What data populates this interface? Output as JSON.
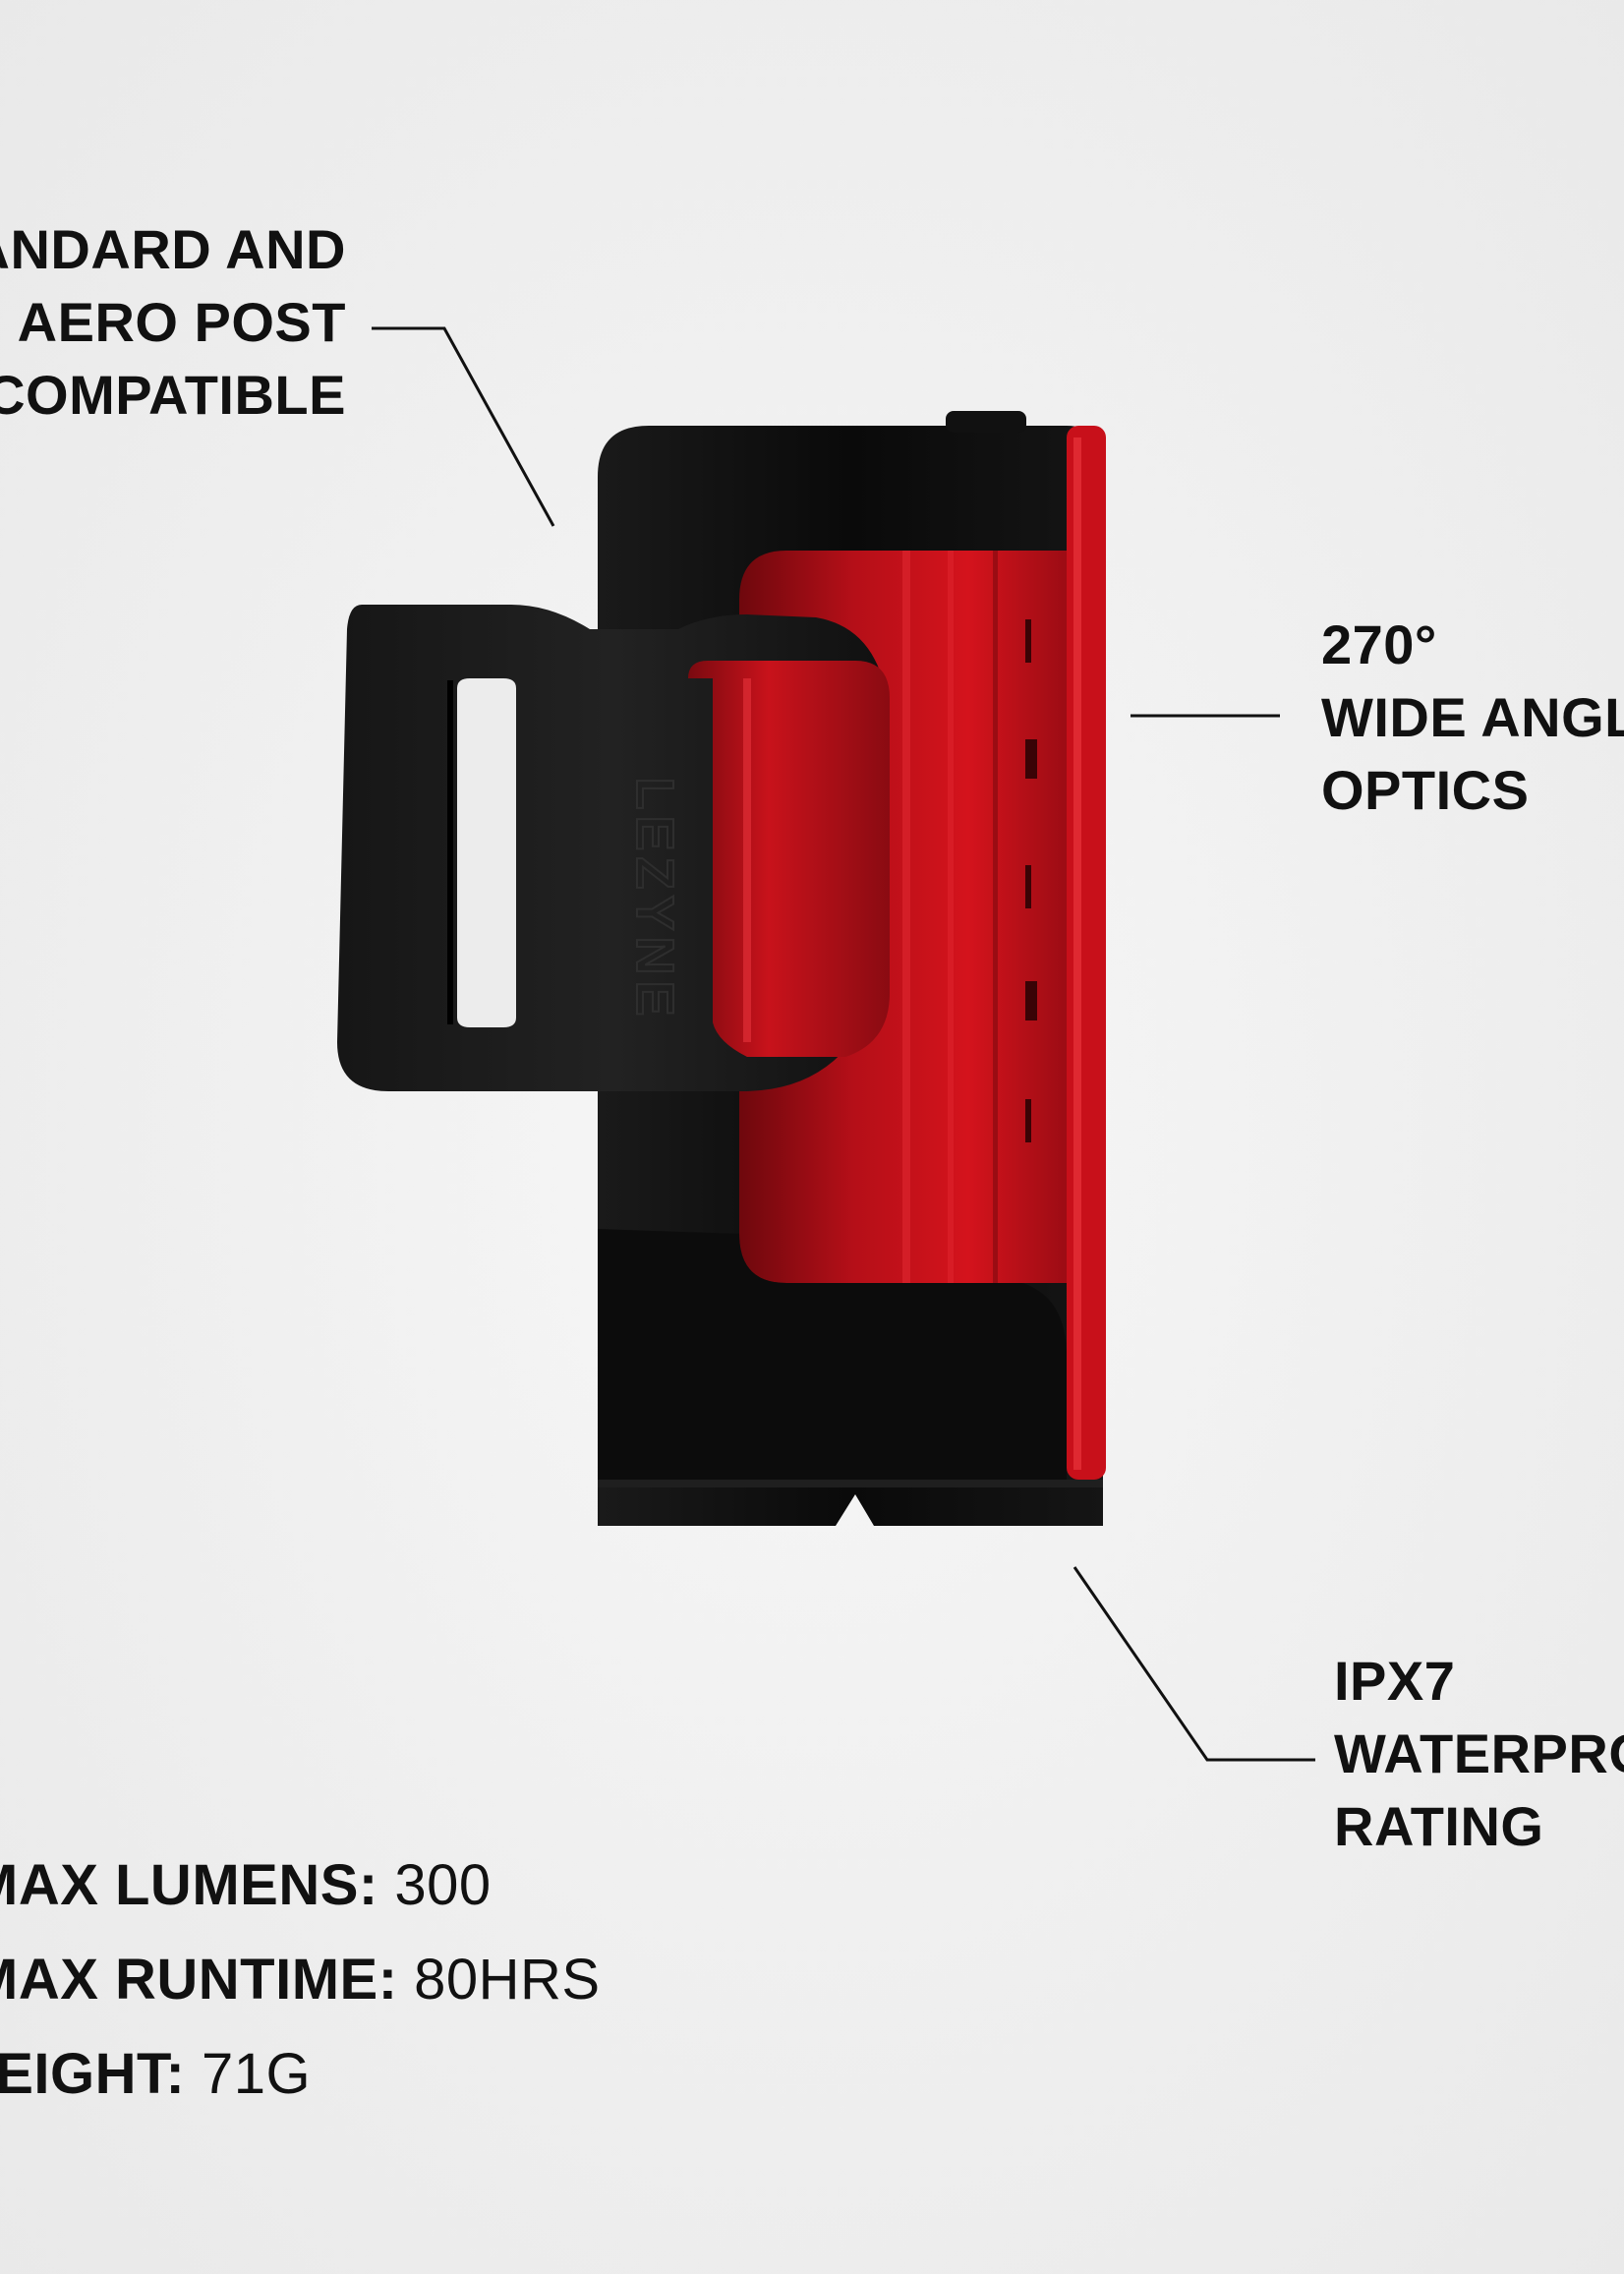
{
  "brand_mark": "LEZYNE",
  "callouts": {
    "mount": {
      "lines": [
        "ANDARD AND",
        "AERO POST",
        "COMPATIBLE"
      ]
    },
    "optics": {
      "lines": [
        "270°",
        "WIDE ANGL",
        "OPTICS"
      ]
    },
    "waterproof": {
      "lines": [
        "IPX7",
        "WATERPRO",
        "RATING"
      ]
    }
  },
  "specs": [
    {
      "key": "MAX LUMENS:",
      "value": "300"
    },
    {
      "key": "MAX RUNTIME:",
      "value": "80HRS"
    },
    {
      "key": "WEIGHT:",
      "value": "71G"
    }
  ],
  "colors": {
    "background": "#efefef",
    "body": "#0d0d0d",
    "lens": "#c8101a",
    "lens_dark": "#7a0a10",
    "text": "#111111"
  }
}
